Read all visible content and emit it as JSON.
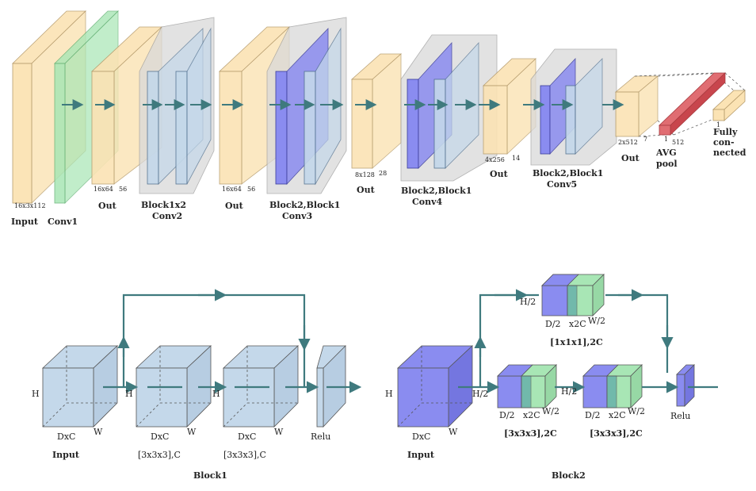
{
  "top": {
    "input_dim": "16x3x112",
    "input": "Input",
    "conv1": "Conv1",
    "out1_dim": "16x64",
    "out1_dim2": "56",
    "out1": "Out",
    "conv2_a": "Block1x2",
    "conv2_b": "Conv2",
    "out2_dim": "16x64",
    "out2_dim2": "56",
    "out2": "Out",
    "conv3_a": "Block2,Block1",
    "conv3_b": "Conv3",
    "out3_dim": "8x128",
    "out3_dim2": "28",
    "out3": "Out",
    "conv4_a": "Block2,Block1",
    "conv4_b": "Conv4",
    "out4_dim": "4x256",
    "out4_dim2": "14",
    "out4": "Out",
    "conv5_a": "Block2,Block1",
    "conv5_b": "Conv5",
    "out5_dim": "2x512",
    "out5_dim2": "7",
    "out5": "Out",
    "avg_dim": "1",
    "avg_dim2": "512",
    "avg_a": "AVG",
    "avg_b": "pool",
    "fc_dim": "1",
    "fc_a": "Fully",
    "fc_b": "con-",
    "fc_c": "nected"
  },
  "block1": {
    "h": "H",
    "dxc": "DxC",
    "w": "W",
    "input": "Input",
    "h2": "H",
    "dxc2": "DxC",
    "w2": "W",
    "conv_a": "[3x3x3],C",
    "h3": "H",
    "dxc3": "DxC",
    "w3": "W",
    "conv_b": "[3x3x3],C",
    "relu": "Relu",
    "title": "Block1"
  },
  "block2": {
    "h": "H",
    "dxc": "DxC",
    "w": "W",
    "input": "Input",
    "h_half_top": "H/2",
    "d_half_top": "D/2",
    "x2c_top": "x2C",
    "w_half_top": "W/2",
    "conv_top": "[1x1x1],2C",
    "h_half_1": "H/2",
    "d_half_1": "D/2",
    "x2c_1": "x2C",
    "w_half_1": "W/2",
    "conv_1": "[3x3x3],2C",
    "h_half_2": "H/2",
    "d_half_2": "D/2",
    "x2c_2": "x2C",
    "w_half_2": "W/2",
    "conv_2": "[3x3x3],2C",
    "relu": "Relu",
    "title": "Block2"
  },
  "colors": {
    "orange": "#fbe3b4",
    "green": "#a8e6b5",
    "gray": "#d9d9d9",
    "lightblue": "#c4d8ea",
    "purple": "#8a8cf0",
    "red": "#e06d72",
    "teal": "#3f7a7e"
  }
}
